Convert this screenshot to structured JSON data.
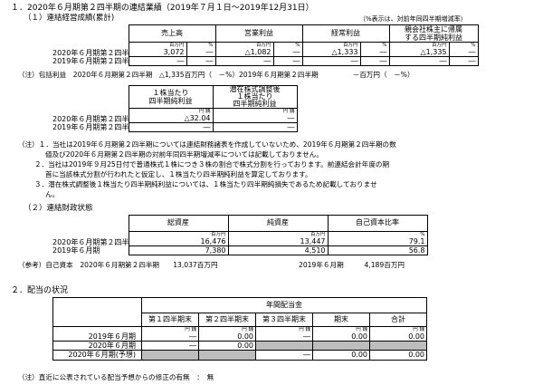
{
  "s1": {
    "title": "１．2020年６月期第２四半期の連結業績（2019年７月１日～2019年12月31日）",
    "sub": "（１）連結経営成績(累計)",
    "pct_note": "（%表示は、対前年同四半期増減率）",
    "table1": {
      "headers": [
        "売上高",
        "営業利益",
        "経常利益",
        "親会社株主に帰属\nする四半期純利益"
      ],
      "units": [
        "百万円",
        "%",
        "百万円",
        "%",
        "百万円",
        "%",
        "百万円",
        "%"
      ],
      "rows": [
        {
          "label": "2020年６月期第２四半期",
          "values": [
            "3,072",
            "―",
            "△1,082",
            "―",
            "△1,333",
            "―",
            "△1,335",
            "―"
          ]
        },
        {
          "label": "2019年６月期第２四半期",
          "values": [
            "―",
            "―",
            "―",
            "―",
            "―",
            "―",
            "―",
            "―"
          ]
        }
      ]
    },
    "comprehensive": "（注）包括利益　2020年６月期第２四半期　△1,335百万円（　－%）2019年６月期第２四半期　　　　　－百万円（　－%）",
    "table2": {
      "headers": [
        "１株当たり\n四半期純利益",
        "潜在株式調整後\n１株当たり\n四半期純利益"
      ],
      "units": [
        "円 銭",
        "円 銭"
      ],
      "rows": [
        {
          "label": "2020年６月期第２四半期",
          "values": [
            "△32.04",
            "―"
          ]
        },
        {
          "label": "2019年６月期第２四半期",
          "values": [
            "―",
            "―"
          ]
        }
      ]
    },
    "notes": [
      "（注）１．当社は2019年６月期第２四半期については連結財務諸表を作成していないため、2019年６月期第２四半期の数",
      "値及び2020年６月期第２四半期の対前年同四半期増減率については記載しておりません。",
      "２．当社は2019年９月25日付で普通株式１株につき３株の割合で株式分割を行っております。前連結会計年度の期",
      "首に当該株式分割が行われたと仮定し、１株当たり四半期純利益を算定しております。",
      "３．潜在株式調整後１株当たり四半期純利益については、１株当たり四半期純損失であるため記載しておりませ",
      "ん。"
    ]
  },
  "s2": {
    "sub": "（２）連結財政状態",
    "headers": [
      "総資産",
      "純資産",
      "自己資本比率"
    ],
    "units": [
      "百万円",
      "百万円",
      "%"
    ],
    "rows": [
      {
        "label": "2020年６月期第２四半期",
        "values": [
          "16,476",
          "13,447",
          "79.1"
        ]
      },
      {
        "label": "2019年６月期",
        "values": [
          "7,380",
          "4,510",
          "56.8"
        ]
      }
    ],
    "ref_a": "（参考）自己資本　2020年６月期第２四半期　　13,037百万円",
    "ref_b": "2019年６月期　　　4,189百万円"
  },
  "s3": {
    "title": "２．配当の状況",
    "group_header": "年間配当金",
    "headers": [
      "第１四半期末",
      "第２四半期末",
      "第３四半期末",
      "期末",
      "合計"
    ],
    "units": [
      "円 銭",
      "円 銭",
      "円 銭",
      "円 銭",
      "円 銭"
    ],
    "rows": [
      {
        "label": "2019年６月期",
        "values": [
          "―",
          "0.00",
          "―",
          "0.00",
          "0.00"
        ]
      },
      {
        "label": "2020年６月期",
        "values": [
          "―",
          "0.00",
          "",
          "",
          ""
        ]
      },
      {
        "label": "2020年６月期(予想)",
        "values": [
          "",
          "",
          "―",
          "0.00",
          "0.00"
        ]
      }
    ],
    "note": "（注）直近に公表されている配当予想からの修正の有無　：　無"
  }
}
